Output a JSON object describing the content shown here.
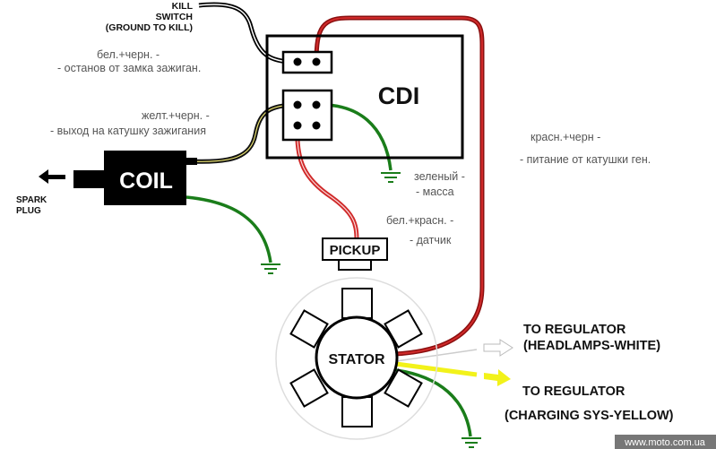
{
  "labels": {
    "kill_switch": [
      "KILL",
      "SWITCH",
      "(GROUND TO KILL)"
    ],
    "cdi": "CDI",
    "coil": "COIL",
    "spark_plug": [
      "SPARK",
      "PLUG"
    ],
    "pickup": "PICKUP",
    "stator": "STATOR",
    "to_regulator_headlamps": [
      "TO REGULATOR",
      "(HEADLAMPS-WHITE)"
    ],
    "to_regulator_charging": [
      "TO REGULATOR",
      "(CHARGING SYS-YELLOW)"
    ]
  },
  "notes": {
    "kill": [
      "бел.+черн. -",
      "- останов от замка зажиган."
    ],
    "coil_out": [
      "желт.+черн. -",
      "- выход на катушку зажигания"
    ],
    "power": [
      "красн.+черн -",
      "- питание от катушки ген."
    ],
    "ground": [
      "зеленый -",
      "- масса"
    ],
    "pickup": [
      "бел.+красн. -",
      "- датчик"
    ]
  },
  "watermark": "www.moto.com.ua",
  "colors": {
    "red_wire": "#b01818",
    "green_wire": "#1a7d1a",
    "yellow_wire": "#f2f21a",
    "black": "#000000"
  }
}
